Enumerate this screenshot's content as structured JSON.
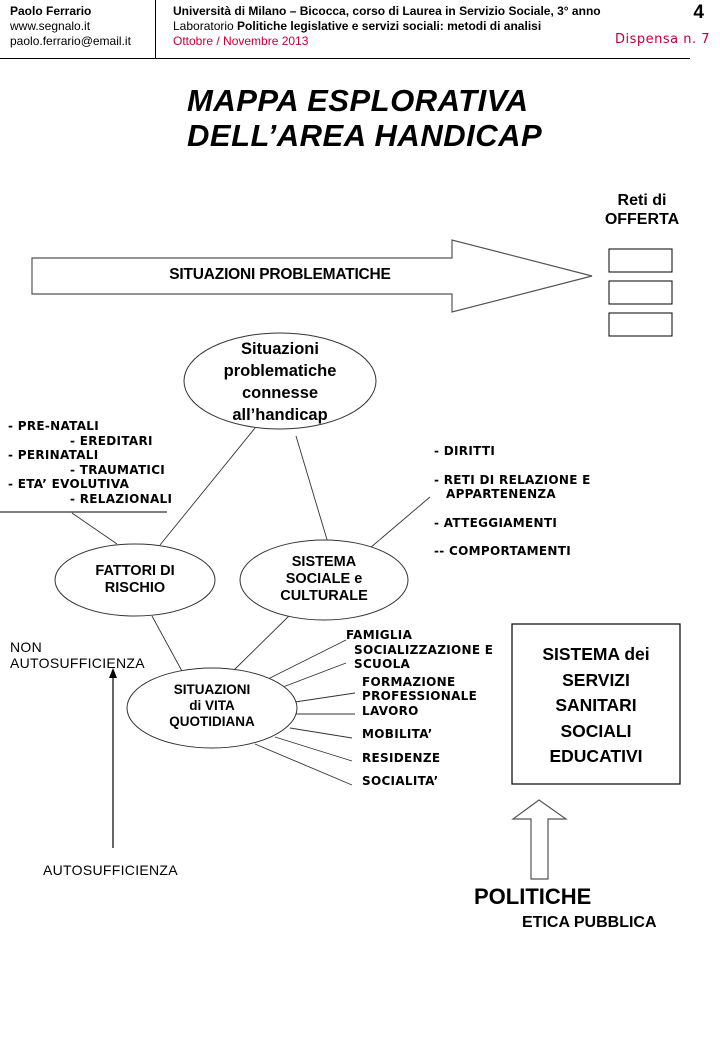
{
  "header": {
    "author_name": "Paolo Ferrario",
    "author_site": "www.segnalo.it",
    "author_email": "paolo.ferrario@email.it",
    "university_line": "Università di Milano – Bicocca, corso di  Laurea in Servizio Sociale, 3° anno",
    "lab_prefix": "Laboratorio ",
    "lab_title": "Politiche legislative e servizi sociali: metodi di analisi",
    "period": "Ottobre / Novembre 2013",
    "page_number": "4",
    "dispensa": "Dispensa n. 7"
  },
  "title": {
    "line1": "MAPPA ESPLORATIVA",
    "line2": "DELL’AREA HANDICAP"
  },
  "diagram": {
    "big_arrow_label": "SITUAZIONI PROBLEMATICHE",
    "reti_offerta": [
      "Reti di",
      "OFFERTA"
    ],
    "central_ellipse": [
      "Situazioni",
      "problematiche",
      "connesse",
      "all’handicap"
    ],
    "risk_factors_list": [
      "- PRE-NATALI",
      "- EREDITARI",
      "- PERINATALI",
      "- TRAUMATICI",
      "- ETA’ EVOLUTIVA",
      "- RELAZIONALI"
    ],
    "social_list": [
      "-  DIRITTI",
      "-  RETI DI RELAZIONE E",
      "APPARTENENZA",
      "-  ATTEGGIAMENTI",
      "-- COMPORTAMENTI"
    ],
    "fattori_ellipse": [
      "FATTORI DI",
      "RISCHIO"
    ],
    "sistema_ellipse": [
      "SISTEMA",
      "SOCIALE e",
      "CULTURALE"
    ],
    "vita_ellipse": [
      "SITUAZIONI",
      "di VITA",
      "QUOTIDIANA"
    ],
    "vita_items": [
      "FAMIGLIA",
      "SOCIALIZZAZIONE E",
      "SCUOLA",
      "FORMAZIONE",
      "PROFESSIONALE",
      "LAVORO",
      "MOBILITA’",
      "RESIDENZE",
      "SOCIALITA’"
    ],
    "non_autosufficienza": [
      "NON",
      "AUTOSUFFICIENZA"
    ],
    "autosufficienza": "AUTOSUFFICIENZA",
    "servizi_box": [
      "SISTEMA dei",
      "SERVIZI",
      "SANITARI",
      "SOCIALI",
      "EDUCATIVI"
    ],
    "politiche": "POLITICHE",
    "etica_pubblica": "ETICA PUBBLICA"
  }
}
